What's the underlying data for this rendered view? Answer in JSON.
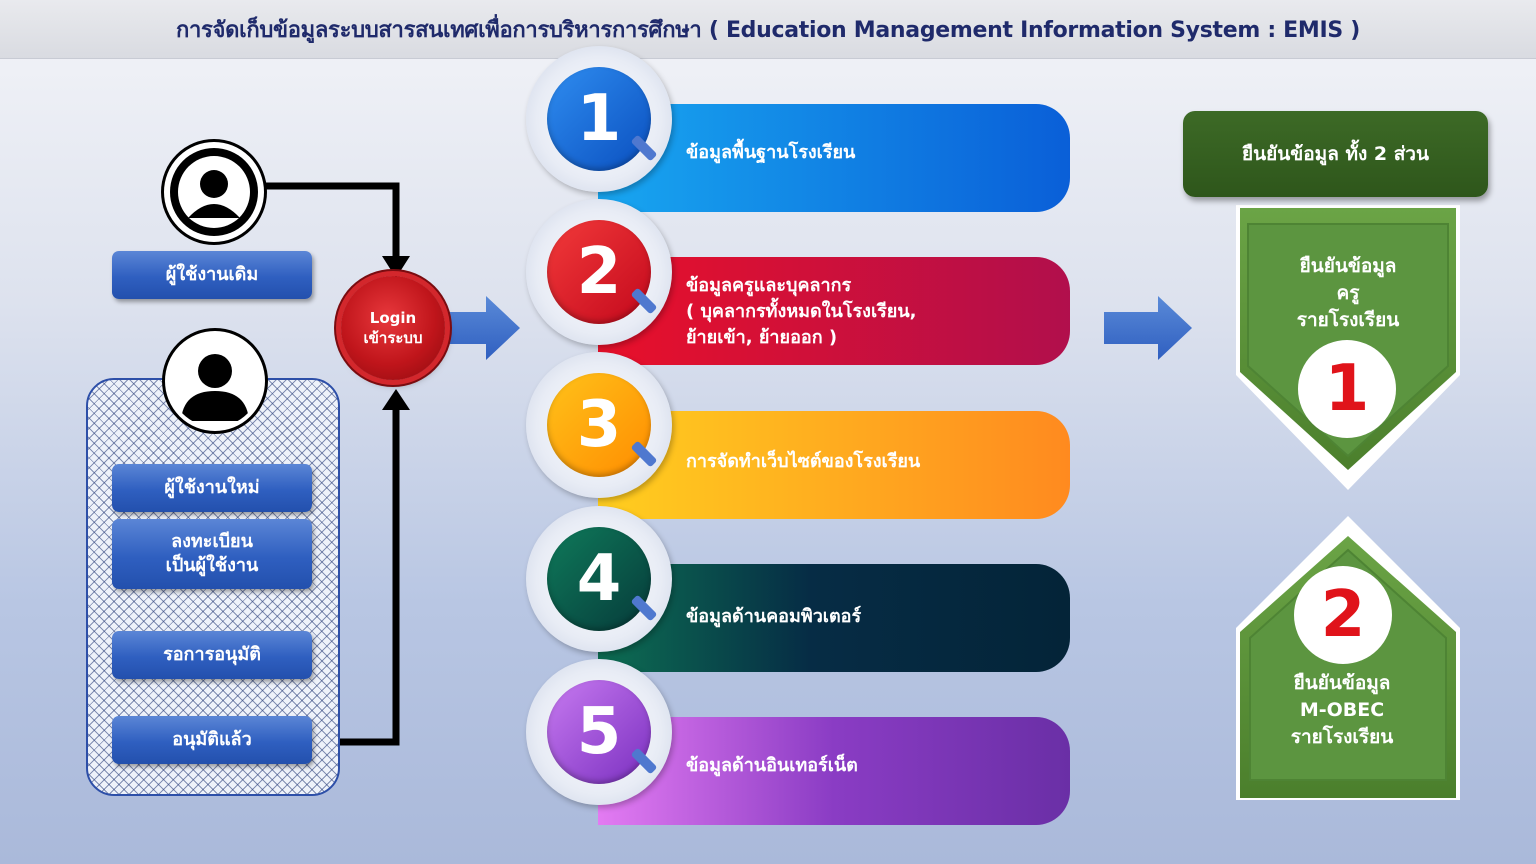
{
  "title": "การจัดเก็บข้อมูลระบบสารสนเทศเพื่อการบริหารการศึกษา  ( Education Management Information System : EMIS )",
  "left": {
    "existing_user": "ผู้ใช้งานเดิม",
    "new_user": "ผู้ใช้งานใหม่",
    "register_line1": "ลงทะเบียน",
    "register_line2": "เป็นผู้ใช้งาน",
    "pending": "รอการอนุมัติ",
    "approved": "อนุมัติแล้ว"
  },
  "login": {
    "line1": "Login",
    "line2": "เข้าระบบ"
  },
  "steps": [
    {
      "number": "1",
      "text": "ข้อมูลพื้นฐานโรงเรียน"
    },
    {
      "number": "2",
      "line1": "ข้อมูลครูและบุคลากร",
      "line2": "( บุคลากรทั้งหมดในโรงเรียน,",
      "line3": "ย้ายเข้า, ย้ายออก )"
    },
    {
      "number": "3",
      "text": "การจัดทำเว็บไซต์ของโรงเรียน"
    },
    {
      "number": "4",
      "text": "ข้อมูลด้านคอมพิวเตอร์"
    },
    {
      "number": "5",
      "text": "ข้อมูลด้านอินเทอร์เน็ต"
    }
  ],
  "confirm": {
    "header": "ยืนยันข้อมูล ทั้ง 2 ส่วน",
    "part1": {
      "line1": "ยืนยันข้อมูล",
      "line2": "ครู",
      "line3": "รายโรงเรียน",
      "number": "1"
    },
    "part2": {
      "line1": "ยืนยันข้อมูล",
      "line2": "M-OBEC",
      "line3": "รายโรงเรียน",
      "number": "2"
    }
  },
  "colors": {
    "title_text": "#1f2a6b",
    "button_blue": "#2f5fc0",
    "login_red": "#c0151b",
    "green_dark": "#2e561b",
    "green_arrow": "#5a8f3b",
    "step1": "#0a5fd8",
    "step2": "#c2103a",
    "step3": "#ff9a1f",
    "step4": "#0d4a44",
    "step5": "#7a3cc2"
  }
}
